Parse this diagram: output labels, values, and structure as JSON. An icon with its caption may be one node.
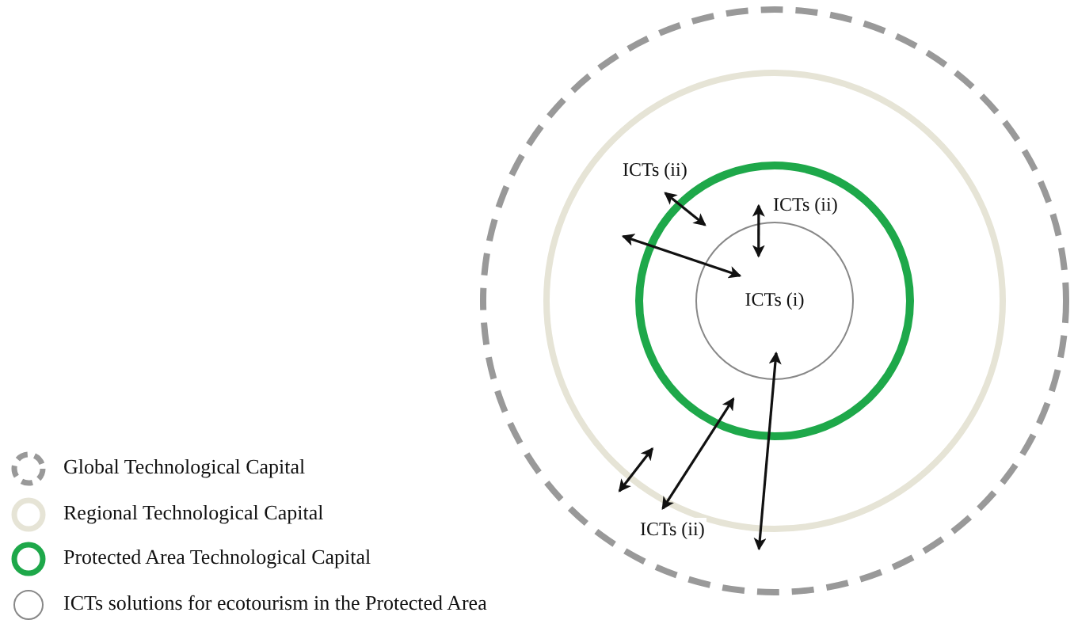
{
  "diagram": {
    "nodes": [
      {
        "text": [],
        "shape": "circle"
      },
      {
        "text": [],
        "shape": "circle",
        "in": 0
      },
      {
        "text": [],
        "shape": "circle",
        "in": 1
      },
      {
        "text": [
          "ICTs (i)"
        ],
        "in": 2
      }
    ],
    "edges": [
      {
        "from": 1,
        "to": 2,
        "arrow": "both",
        "label": "ICTs (ii)"
      },
      {
        "from": 2,
        "to": 3,
        "arrow": "both",
        "label": "ICTs (ii)"
      },
      {
        "from": 1,
        "to": 3,
        "arrow": "both"
      },
      {
        "from": 0,
        "to": 1,
        "arrow": "both"
      },
      {
        "from": 0,
        "to": 2,
        "arrow": "both",
        "label": "ICTs (ii)"
      },
      {
        "from": 0,
        "to": 3,
        "arrow": "both"
      }
    ],
    "legend": [
      {
        "text": "Global Technological Capital"
      },
      {
        "text": "Regional Technological Capital"
      },
      {
        "text": "Protected Area Technological Capital"
      },
      {
        "text": "ICTs solutions for ecotourism in the Protected Area"
      }
    ]
  }
}
